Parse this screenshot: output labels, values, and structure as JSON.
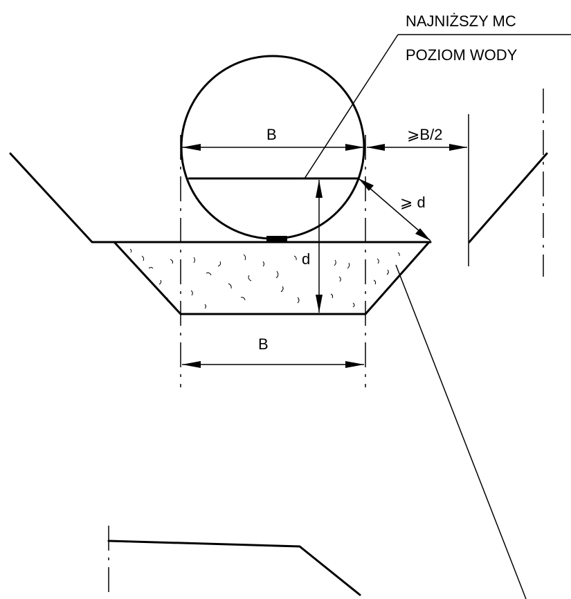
{
  "labels": {
    "top_note_1": "NAJNIŻSZY MC",
    "top_note_2": "POZIOM  WODY",
    "dim_b_top": "B",
    "dim_half_b": "⩾B/2",
    "dim_d_diag": "⩾ d",
    "dim_d_vertical": "d",
    "dim_b_bottom": "B"
  }
}
